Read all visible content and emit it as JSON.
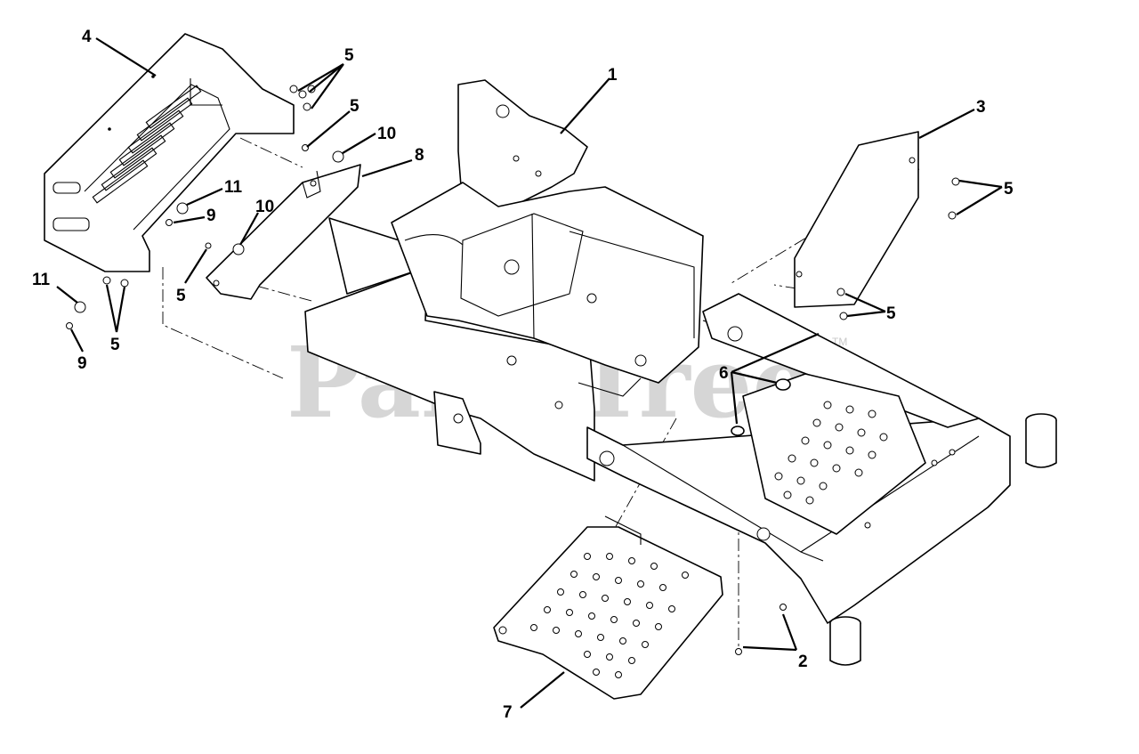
{
  "watermark": {
    "text": "PartsTree",
    "trademark": "TM"
  },
  "callouts": [
    "1",
    "2",
    "3",
    "4",
    "5",
    "5",
    "5",
    "5",
    "5",
    "5",
    "6",
    "7",
    "8",
    "9",
    "9",
    "10",
    "10",
    "11",
    "11"
  ],
  "colors": {
    "line": "#000000",
    "background": "#ffffff",
    "watermark": "#c9c9c9"
  }
}
